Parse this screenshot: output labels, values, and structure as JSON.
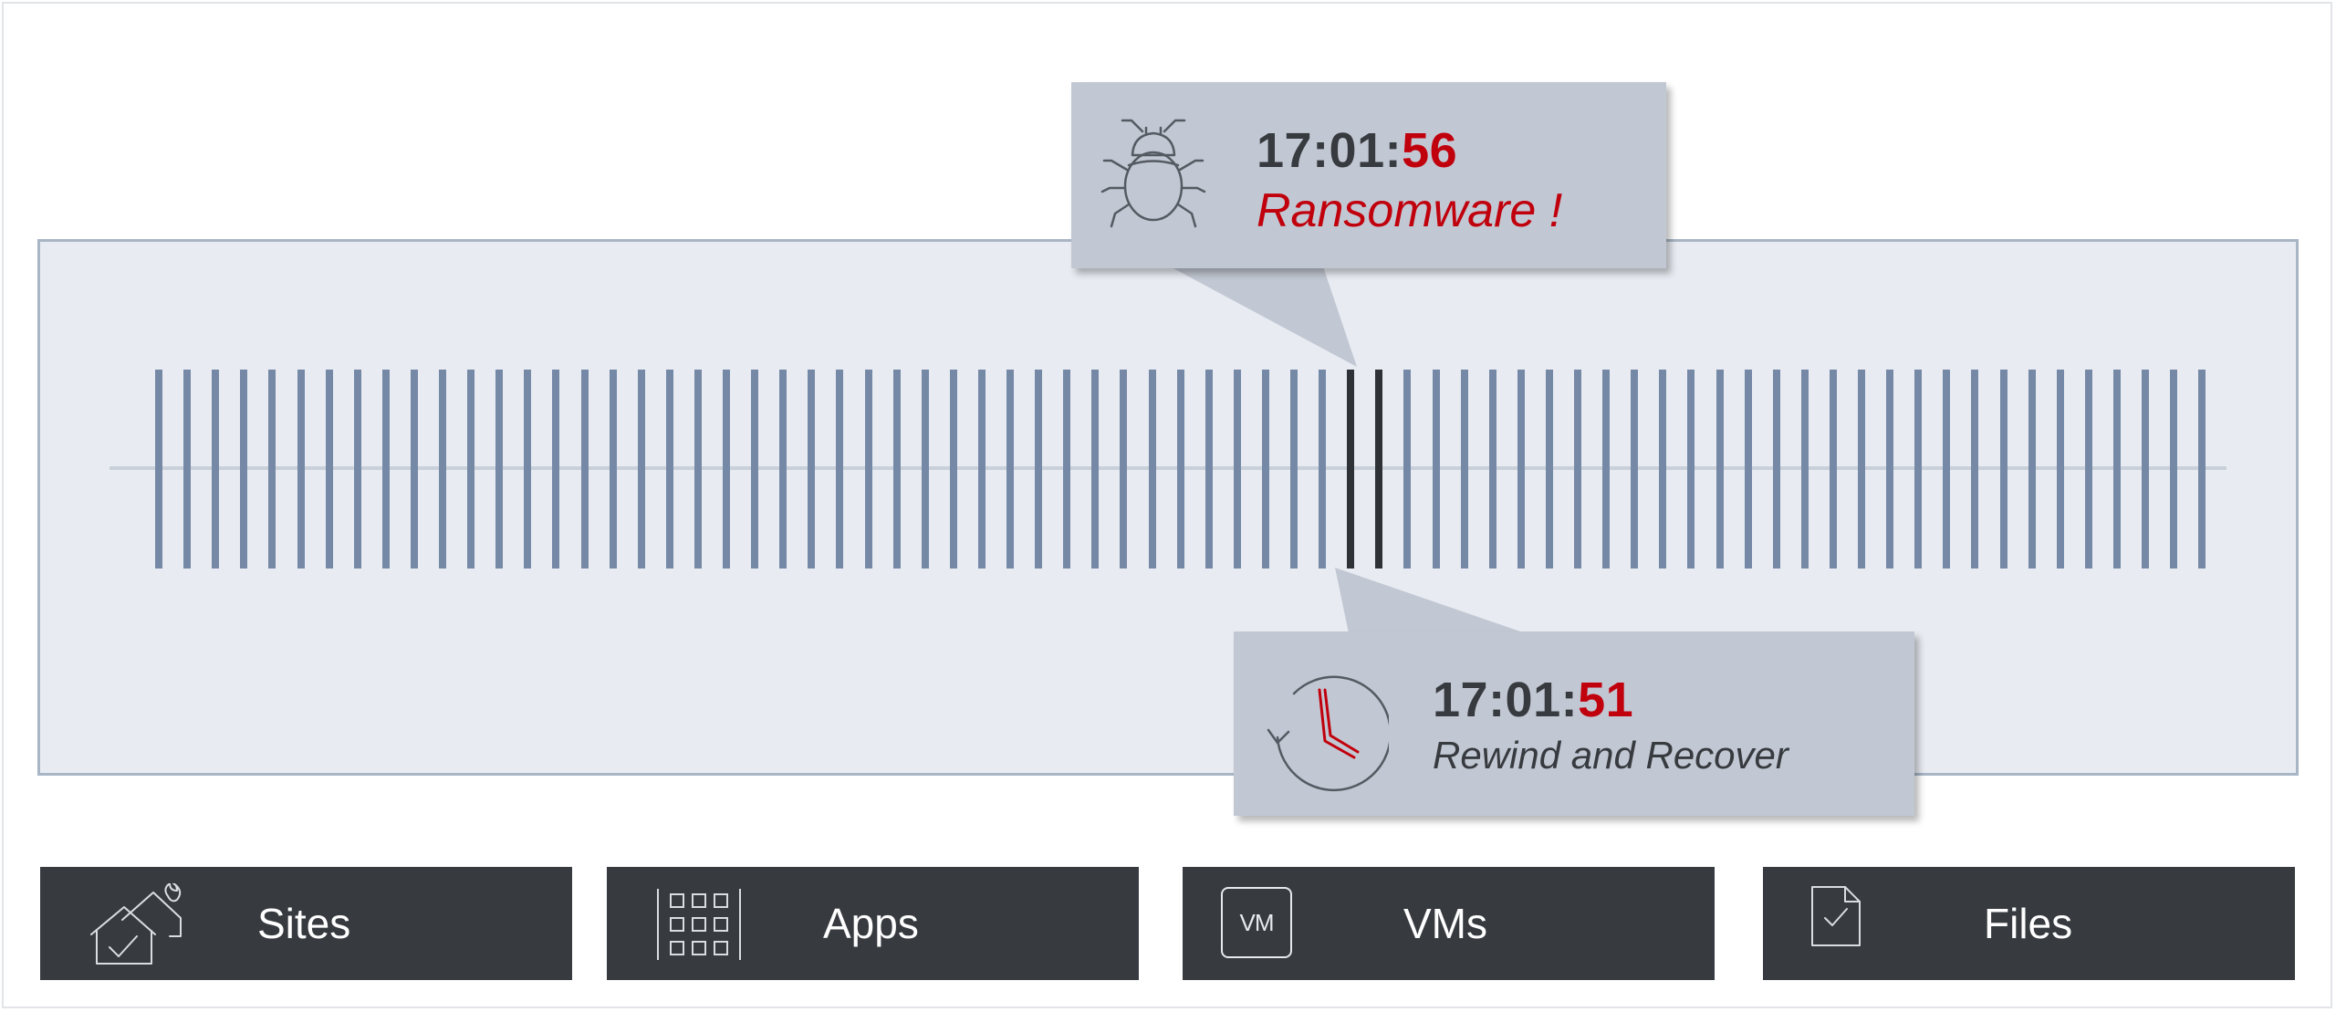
{
  "timeline": {
    "tick_count": 73,
    "highlighted_tick_indices": [
      42,
      43
    ],
    "colors": {
      "panel": "#e8ecf2",
      "panel_border": "#a7b5c5",
      "tick": "#7589a7",
      "highlighted_tick": "#2e3237",
      "callout": "#c2c8d3",
      "seconds_accent": "#c0000c"
    }
  },
  "attack_callout": {
    "icon": "bug-icon",
    "time_prefix": "17:01:",
    "time_seconds": "56",
    "event": "Ransomware !",
    "event_color": "#c0000c"
  },
  "recover_callout": {
    "icon": "clock-rewind-icon",
    "time_prefix": "17:01:",
    "time_seconds": "51",
    "event": "Rewind and Recover",
    "event_color": "#373a3f"
  },
  "tiles": [
    {
      "label": "Sites",
      "icon": "sites-icon"
    },
    {
      "label": "Apps",
      "icon": "apps-grid-icon"
    },
    {
      "label": "VMs",
      "icon": "vm-icon",
      "icon_text": "VM"
    },
    {
      "label": "Files",
      "icon": "file-check-icon"
    }
  ]
}
